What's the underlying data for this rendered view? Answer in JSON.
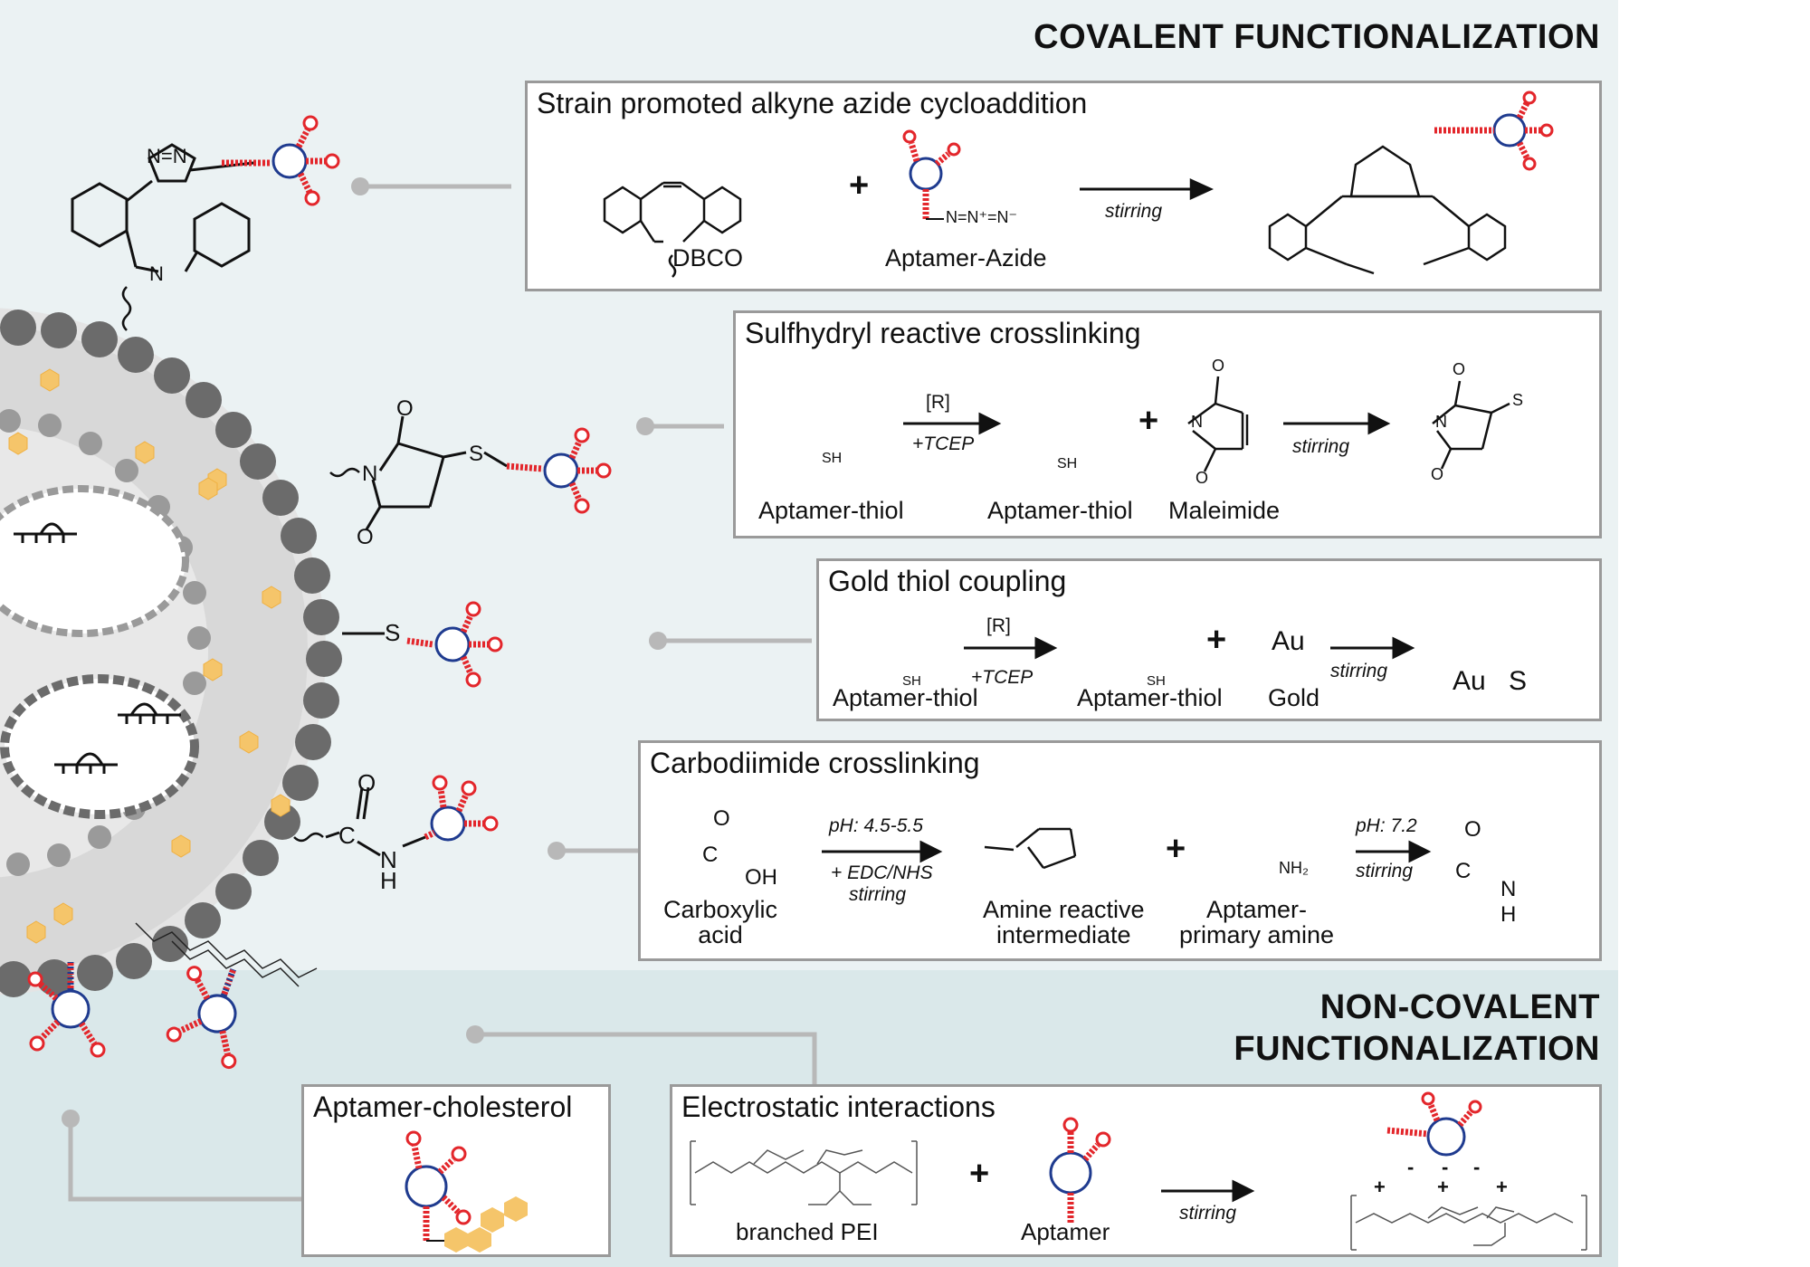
{
  "sections": {
    "covalent": "COVALENT FUNCTIONALIZATION",
    "noncovalent_line1": "NON-COVALENT",
    "noncovalent_line2": "FUNCTIONALIZATION"
  },
  "spaac": {
    "title": "Strain promoted alkyne azide cycloaddition",
    "reactant1": "DBCO",
    "reactant2": "Aptamer-Azide",
    "azide_group": "N=N⁺=N⁻",
    "condition": "stirring"
  },
  "sulfhydryl": {
    "title": "Sulfhydryl reactive crosslinking",
    "reactant1": "Aptamer-thiol",
    "reducer": "[R]",
    "reducer_agent": "+TCEP",
    "reactant2": "Aptamer-thiol",
    "reactant3": "Maleimide",
    "condition": "stirring",
    "sh": "SH",
    "s": "S",
    "n": "N",
    "o": "O"
  },
  "gold": {
    "title": "Gold thiol coupling",
    "reactant1": "Aptamer-thiol",
    "reducer": "[R]",
    "reducer_agent": "+TCEP",
    "reactant2": "Aptamer-thiol",
    "reactant3": "Gold",
    "au": "Au",
    "product": "Au",
    "product_s": "S",
    "sh": "SH",
    "condition": "stirring"
  },
  "carbodiimide": {
    "title": "Carbodiimide crosslinking",
    "reactant1_line1": "Carboxylic",
    "reactant1_line2": "acid",
    "cond1_line1": "pH: 4.5-5.5",
    "cond1_line2": "+ EDC/NHS",
    "cond1_line3": "stirring",
    "intermediate_line1": "Amine reactive",
    "intermediate_line2": "intermediate",
    "reactant2_line1": "Aptamer-",
    "reactant2_line2": "primary amine",
    "cond2_line1": "pH: 7.2",
    "cond2_line2": "stirring",
    "oh": "OH",
    "nh2": "NH₂",
    "c": "C",
    "o": "O",
    "n": "N",
    "h": "H"
  },
  "cholesterol": {
    "title": "Aptamer-cholesterol"
  },
  "electrostatic": {
    "title": "Electrostatic interactions",
    "reactant1": "branched PEI",
    "reactant2": "Aptamer",
    "condition": "stirring",
    "minus": "-",
    "plus": "+"
  },
  "liposome_labels": {
    "n": "N",
    "s": "S",
    "o": "O",
    "c": "C",
    "h": "H",
    "nnn": "N=N"
  },
  "plus_sign": "+",
  "colors": {
    "cov_bg": "#ebf2f3",
    "noncov_bg": "#dae8ea",
    "box_border": "#9a9a9a",
    "aptamer_loop": "#1f3b8f",
    "aptamer_stem_red": "#e3262b",
    "connector": "#b8b8b8",
    "lipid_head": "#6b6b6b",
    "cholesterol": "#f5c56a"
  }
}
